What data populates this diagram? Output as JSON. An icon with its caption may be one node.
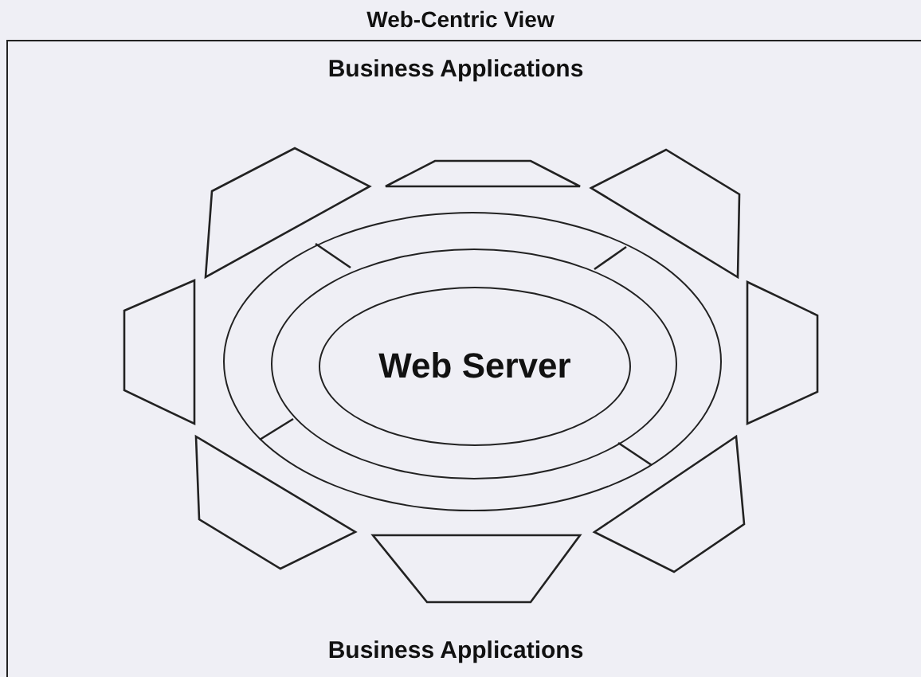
{
  "diagram": {
    "title": "Web-Centric View",
    "nodes": [
      {
        "text": [
          "Business Applications",
          "Business Applications"
        ]
      },
      {
        "text": [],
        "shape": "ellipse",
        "in": 0
      },
      {
        "text": [],
        "shape": "ellipse",
        "in": 1
      },
      {
        "text": [
          "Web Server"
        ],
        "in": 2
      },
      {
        "text": [],
        "shape": "trapezoid",
        "in": 0
      },
      {
        "text": [],
        "shape": "trapezoid",
        "in": 0
      },
      {
        "text": [],
        "shape": "trapezoid",
        "in": 0
      },
      {
        "text": [],
        "shape": "trapezoid",
        "in": 0
      },
      {
        "text": [],
        "shape": "trapezoid",
        "in": 0
      },
      {
        "text": [],
        "shape": "trapezoid",
        "in": 0
      },
      {
        "text": [],
        "shape": "trapezoid",
        "in": 0
      },
      {
        "text": [],
        "shape": "trapezoid",
        "in": 0
      }
    ],
    "edges": []
  }
}
